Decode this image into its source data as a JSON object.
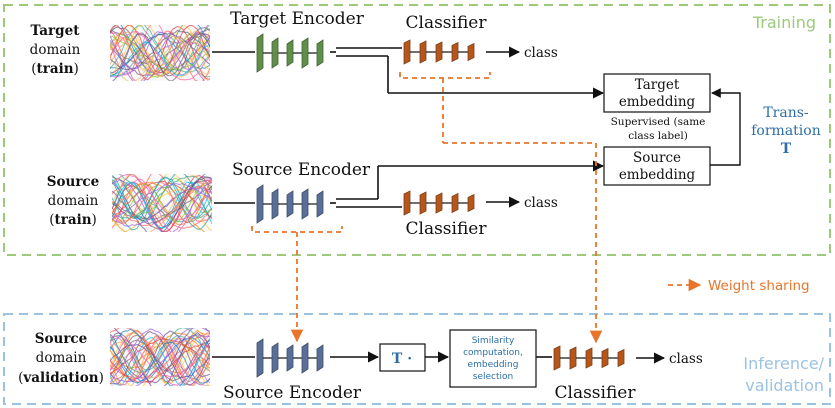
{
  "colors": {
    "training_border": "#9cc97a",
    "inference_border": "#9cc2e2",
    "target_encoder": "#5f8f4a",
    "source_encoder": "#5a6f98",
    "classifier": "#b5561b",
    "weight_sharing": "#e9752a",
    "transformation": "#2d6ea6"
  },
  "regions": {
    "training": "Training",
    "inference_line1": "Inference/",
    "inference_line2": "validation"
  },
  "rows": {
    "target": {
      "domain_bold": "Target",
      "domain_word": "domain",
      "split": "train",
      "encoder_label": "Target  Encoder",
      "classifier_label": "Classifier",
      "output": "class",
      "embedding_line1": "Target",
      "embedding_line2": "embedding"
    },
    "source": {
      "domain_bold": "Source",
      "domain_word": "domain",
      "split": "train",
      "encoder_label": "Source Encoder",
      "classifier_label": "Classifier",
      "output": "class",
      "embedding_line1": "Source",
      "embedding_line2": "embedding"
    },
    "validation": {
      "domain_bold": "Source",
      "domain_word": "domain",
      "split": "validation",
      "encoder_label": "Source Encoder",
      "transform_box": "T ·",
      "similarity_line1": "Similarity",
      "similarity_line2": "computation,",
      "similarity_line3": "embedding",
      "similarity_line4": "selection",
      "classifier_label": "Classifier",
      "output": "class"
    }
  },
  "supervision": {
    "line1": "Supervised (same",
    "line2": "class label)"
  },
  "transformation": {
    "line1": "Trans-",
    "line2": "formation",
    "symbol": "T"
  },
  "legend": {
    "weight_sharing": "Weight sharing"
  },
  "icons": {
    "signals": "timeseries-thumbnail-icon",
    "arrow": "arrow-right-icon"
  }
}
